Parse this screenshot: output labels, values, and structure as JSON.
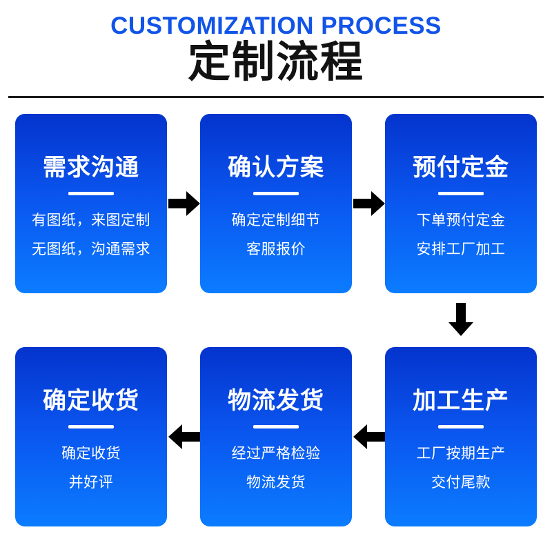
{
  "header": {
    "title_en": "CUSTOMIZATION PROCESS",
    "title_cn": "定制流程",
    "accent_color": "#1254e8",
    "rule_color": "#1a1a1a"
  },
  "theme": {
    "card_gradient_top": "#0434cd",
    "card_gradient_bottom": "#0b7cff",
    "card_text_color": "#ffffff",
    "arrow_color": "#000000"
  },
  "steps": [
    {
      "step": 1,
      "title": "需求沟通",
      "lines": [
        "有图纸，来图定制",
        "无图纸，沟通需求"
      ]
    },
    {
      "step": 2,
      "title": "确认方案",
      "lines": [
        "确定定制细节",
        "客服报价"
      ]
    },
    {
      "step": 3,
      "title": "预付定金",
      "lines": [
        "下单预付定金",
        "安排工厂加工"
      ]
    },
    {
      "step": 4,
      "title": "确定收货",
      "lines": [
        "确定收货",
        "并好评"
      ]
    },
    {
      "step": 5,
      "title": "物流发货",
      "lines": [
        "经过严格检验",
        "物流发货"
      ]
    },
    {
      "step": 6,
      "title": "加工生产",
      "lines": [
        "工厂按期生产",
        "交付尾款"
      ]
    }
  ],
  "connectors": [
    {
      "id": "a",
      "direction": "right",
      "from": 1,
      "to": 2
    },
    {
      "id": "b",
      "direction": "right",
      "from": 2,
      "to": 3
    },
    {
      "id": "c",
      "direction": "down",
      "from": 3,
      "to": 6
    },
    {
      "id": "d",
      "direction": "left",
      "from": 6,
      "to": 5
    },
    {
      "id": "e",
      "direction": "left",
      "from": 5,
      "to": 4
    }
  ]
}
